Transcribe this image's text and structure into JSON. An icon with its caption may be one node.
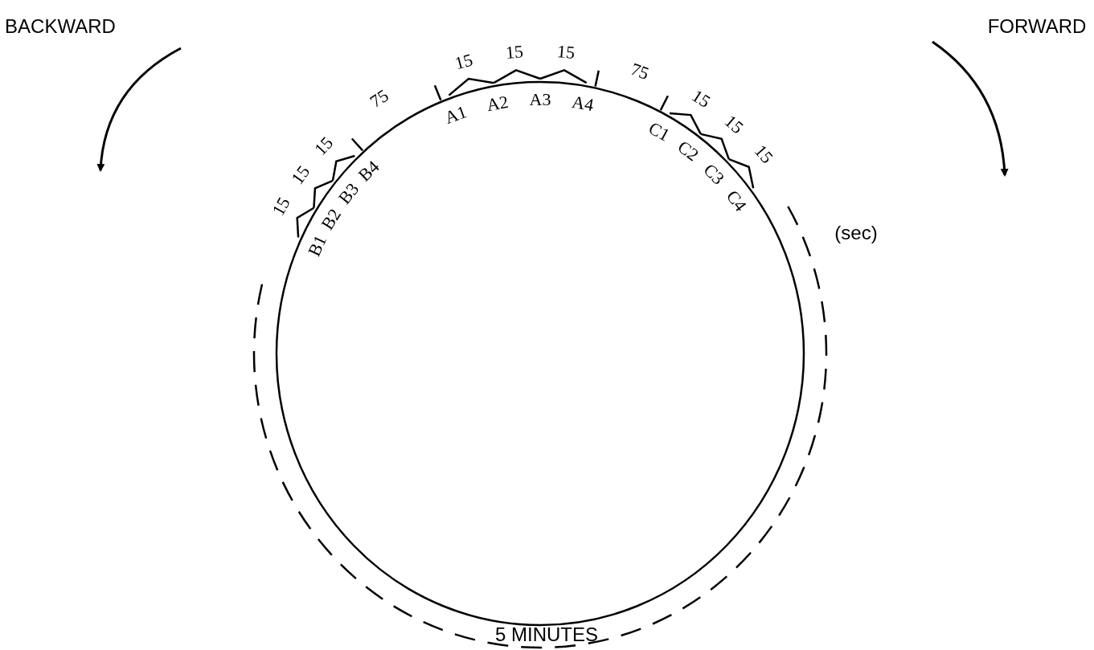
{
  "diagram": {
    "labels": [
      "BACKWARD",
      "FORWARD",
      "15",
      "15",
      "15",
      "75",
      "A1",
      "A2",
      "A3",
      "A4",
      "75",
      "15",
      "15",
      "15",
      "15",
      "15",
      "15",
      "B4",
      "B3",
      "B2",
      "B1",
      "C1",
      "C2",
      "C3",
      "C4",
      "(sec)",
      "5 MINUTES"
    ]
  }
}
